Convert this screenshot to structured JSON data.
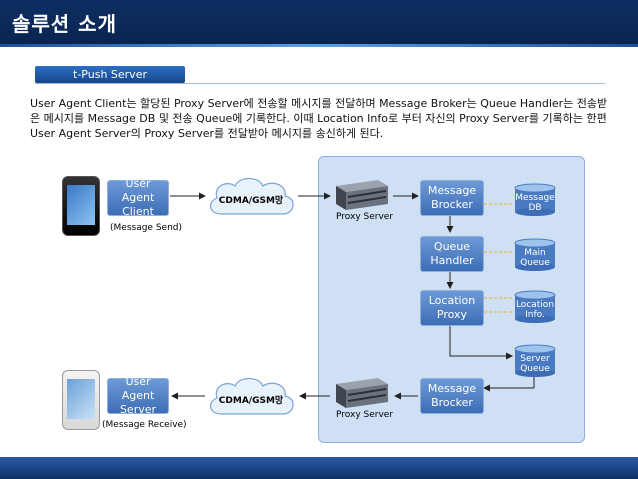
{
  "header": {
    "title": "솔루션 소개"
  },
  "section": {
    "tab_label": "t-Push Server"
  },
  "description": "User Agent Client는 할당된 Proxy Server에 전송할 메시지를 전달하며 Message Broker는 Queue Handler는 전송받은 메시지를 Message DB 및 전송 Queue에 기록한다. 이때 Location Info로 부터 자신의 Proxy Server를 기록하는 한편 User Agent Server의 Proxy Server를 전달받아 메시지를 송신하게 된다.",
  "diagram": {
    "client": {
      "box": "User Agent Client",
      "caption": "(Message Send)"
    },
    "server": {
      "box": "User Agent Server",
      "caption": "(Message Receive)"
    },
    "network_top": "CDMA/GSM망",
    "network_bottom": "CDMA/GSM망",
    "proxy_top": "Proxy Server",
    "proxy_bottom": "Proxy Server",
    "broker_top": "Message Brocker",
    "queue_handler": "Queue Handler",
    "location_proxy": "Location Proxy",
    "broker_bottom": "Message Brocker",
    "db_message": "Message DB",
    "db_main_queue": "Main Queue",
    "db_location": "Location Info.",
    "db_server_queue": "Server Queue"
  },
  "colors": {
    "header": "#0d2f63",
    "box": "#4a7bc2",
    "panel": "#cfe0f5",
    "dashed": "#e8b020"
  }
}
